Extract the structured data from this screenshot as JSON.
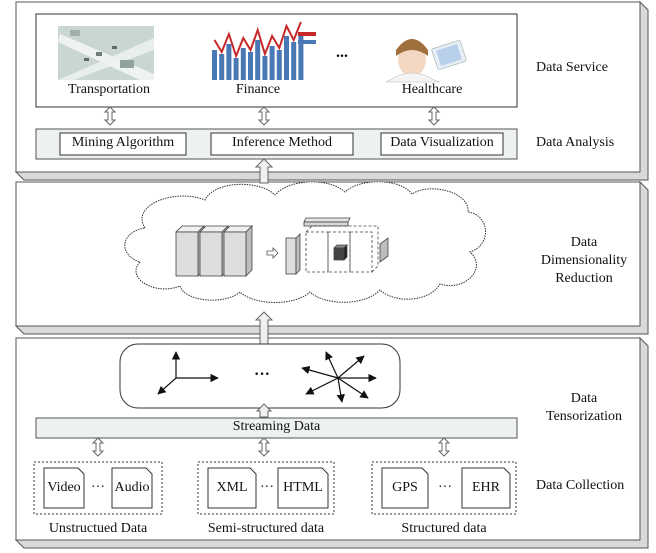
{
  "layers": {
    "service": {
      "label": "Data Service",
      "apps": [
        "Transportation",
        "Finance",
        "Healthcare"
      ],
      "ellipsis": "..."
    },
    "analysis": {
      "label": "Data Analysis",
      "items": [
        "Mining Algorithm",
        "Inference Method",
        "Data Visualization"
      ]
    },
    "reduction": {
      "label_lines": [
        "Data",
        "Dimensionality",
        "Reduction"
      ]
    },
    "tensorization": {
      "label_lines": [
        "Data",
        "Tensorization"
      ],
      "ellipsis": "···",
      "streaming": "Streaming Data"
    },
    "collection": {
      "label": "Data Collection",
      "groups": [
        {
          "items": [
            "Video",
            "Audio"
          ],
          "ellipsis": "···",
          "caption": "Unstructued Data"
        },
        {
          "items": [
            "XML",
            "HTML"
          ],
          "ellipsis": "···",
          "caption": "Semi-structured data"
        },
        {
          "items": [
            "GPS",
            "EHR"
          ],
          "ellipsis": "···",
          "caption": "Structured data"
        }
      ]
    }
  },
  "colors": {
    "panel_bg": "#ffffff",
    "panel_shadow": "#d9d9d9",
    "bar_fill": "#eef2ee",
    "chart_bar": "#4a78b5",
    "chart_line": "#c62828",
    "cube_light": "#e6e6e6",
    "cube_dark": "#555555"
  }
}
